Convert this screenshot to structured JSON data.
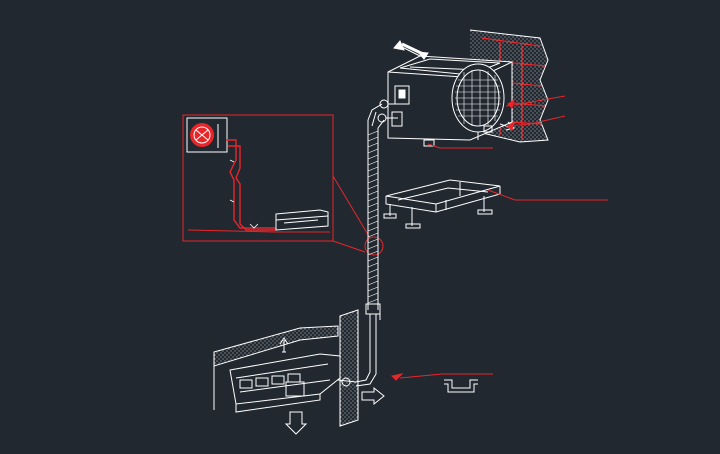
{
  "drawing": {
    "background": "#212830",
    "line_color": "#ffffff",
    "accent_color": "#e8262a",
    "detail_inset": {
      "description_visible": false
    },
    "leader_lines": 5,
    "arrows": {
      "top": "double-arrow-horizontal",
      "bottom_left": "arrow-down",
      "bottom_right": "arrow-right",
      "indoor_top": "arrow-up"
    },
    "icons": [
      "outdoor-unit",
      "mounting-bracket",
      "indoor-unit",
      "refrigerant-pipe",
      "wall-section",
      "drain-trap"
    ]
  }
}
